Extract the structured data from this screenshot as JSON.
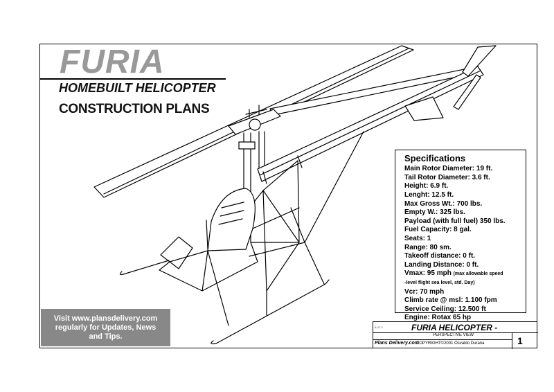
{
  "header": {
    "brand": "FURIA",
    "subtitle": "HOMEBUILT HELICOPTER",
    "plans": "CONSTRUCTION PLANS"
  },
  "specs": {
    "title": "Specifications",
    "lines": [
      "Main Rotor Diameter: 19 ft.",
      "Tail Rotor Diameter: 3.6 ft.",
      "Height: 6.9 ft.",
      "Lenght: 12.5 ft.",
      "Max Gross Wt.: 700 lbs.",
      "Empty W.: 325 lbs.",
      "Payload (with full fuel) 350 lbs.",
      "Fuel Capacity: 8 gal.",
      "Seats: 1",
      "Range: 80 sm.",
      "Takeoff distance: 0 ft.",
      "Landing Distance: 0 ft."
    ],
    "vmax": "Vmax: 95 mph",
    "vmax_note_1": "(max allowable speed",
    "vmax_note_2": "-level flight sea level, std. Day)",
    "tail_lines": [
      "Vcr: 70 mph",
      "Climb rate @ msl: 1.100 fpm",
      "Service Ceiling: 12.500 ft",
      "Engine: Rotax 65 hp"
    ]
  },
  "promo": {
    "line1": "Visit www.plansdelivery.com",
    "line2": "regularly for Updates, News",
    "line3": "and Tips."
  },
  "title_block": {
    "ref": "A-17-1",
    "title": "FURIA HELICOPTER -",
    "view": "PERSPECTIVE VIEW",
    "brand": "Plans Delivery.com",
    "copyright": "COPYRIGHT©2001 Osvaldo Durana",
    "sheet": "1"
  },
  "colors": {
    "brand_gray": "#999999",
    "promo_bg": "#888888",
    "ink": "#000000"
  }
}
